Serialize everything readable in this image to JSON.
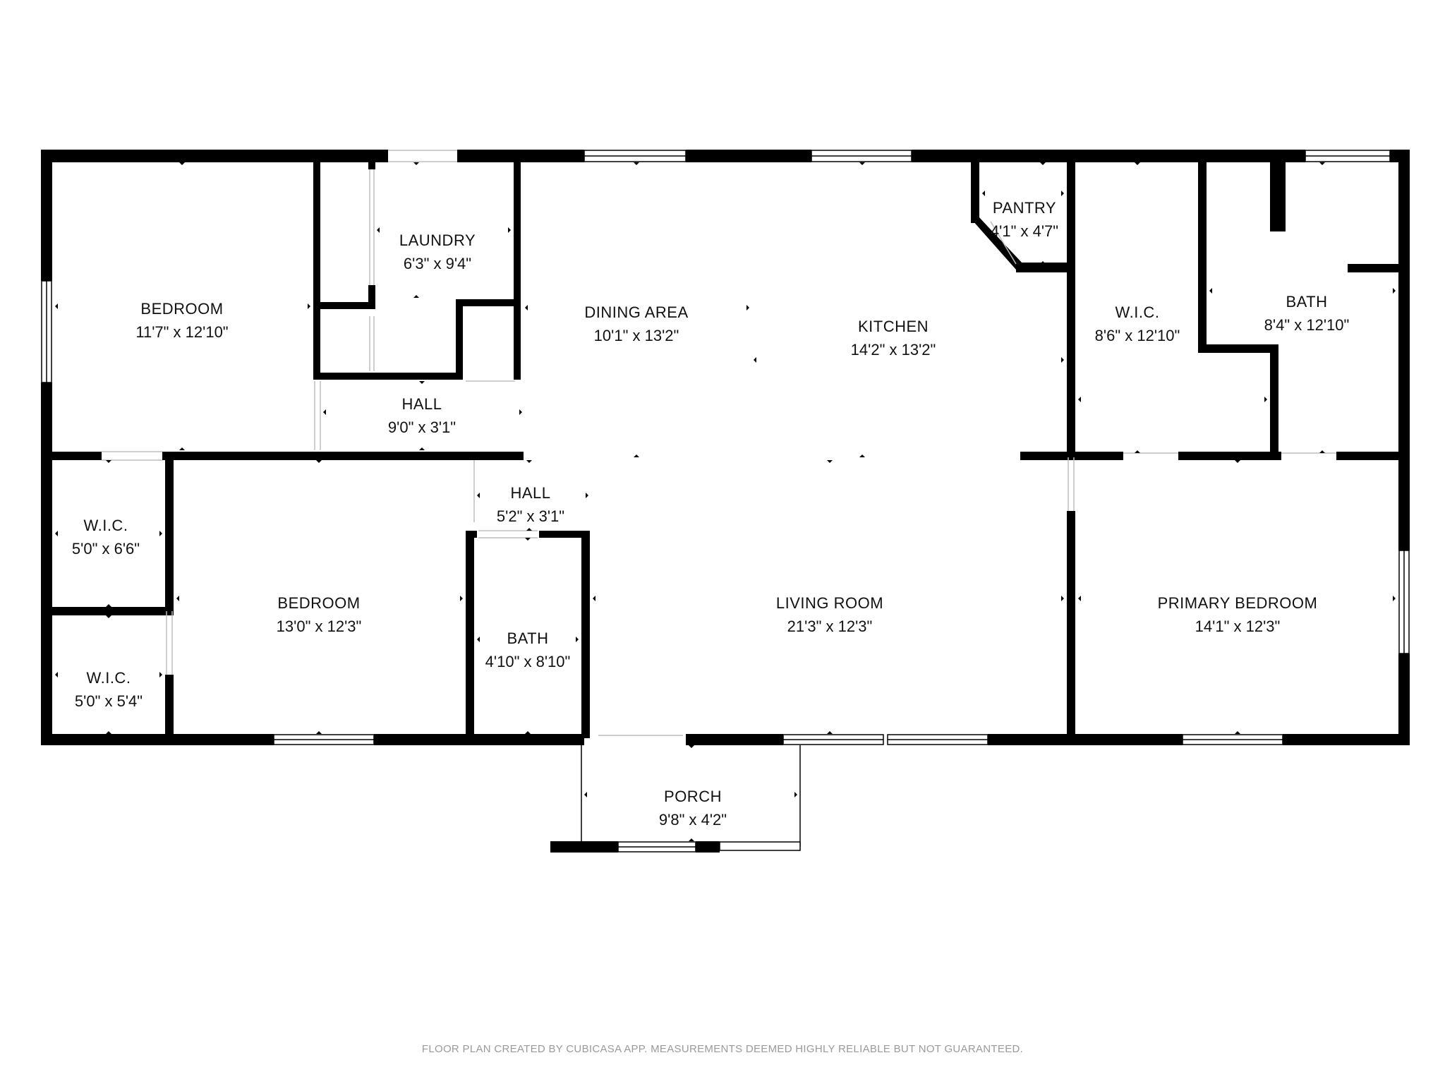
{
  "plan": {
    "rooms": [
      {
        "id": "bedroom-nw",
        "name": "BEDROOM",
        "dims": "11'7\" x 12'10\""
      },
      {
        "id": "laundry",
        "name": "LAUNDRY",
        "dims": "6'3\" x 9'4\""
      },
      {
        "id": "hall-upper",
        "name": "HALL",
        "dims": "9'0\" x 3'1\""
      },
      {
        "id": "dining-area",
        "name": "DINING AREA",
        "dims": "10'1\" x 13'2\""
      },
      {
        "id": "kitchen",
        "name": "KITCHEN",
        "dims": "14'2\" x 13'2\""
      },
      {
        "id": "pantry",
        "name": "PANTRY",
        "dims": "4'1\" x 4'7\""
      },
      {
        "id": "wic-east",
        "name": "W.I.C.",
        "dims": "8'6\" x 12'10\""
      },
      {
        "id": "bath-east",
        "name": "BATH",
        "dims": "8'4\" x 12'10\""
      },
      {
        "id": "wic-sw-1",
        "name": "W.I.C.",
        "dims": "5'0\" x 6'6\""
      },
      {
        "id": "wic-sw-2",
        "name": "W.I.C.",
        "dims": "5'0\" x 5'4\""
      },
      {
        "id": "bedroom-sw",
        "name": "BEDROOM",
        "dims": "13'0\" x 12'3\""
      },
      {
        "id": "hall-lower",
        "name": "HALL",
        "dims": "5'2\" x 3'1\""
      },
      {
        "id": "bath-center",
        "name": "BATH",
        "dims": "4'10\" x 8'10\""
      },
      {
        "id": "living-room",
        "name": "LIVING ROOM",
        "dims": "21'3\" x 12'3\""
      },
      {
        "id": "primary-bedroom",
        "name": "PRIMARY BEDROOM",
        "dims": "14'1\" x 12'3\""
      },
      {
        "id": "porch",
        "name": "PORCH",
        "dims": "9'8\" x 4'2\""
      }
    ],
    "footer": "FLOOR PLAN CREATED BY CUBICASA APP. MEASUREMENTS DEEMED HIGHLY RELIABLE BUT NOT GUARANTEED.",
    "colors": {
      "wall": "#000000",
      "background": "#ffffff",
      "footer_text": "#9a9a9a"
    }
  }
}
